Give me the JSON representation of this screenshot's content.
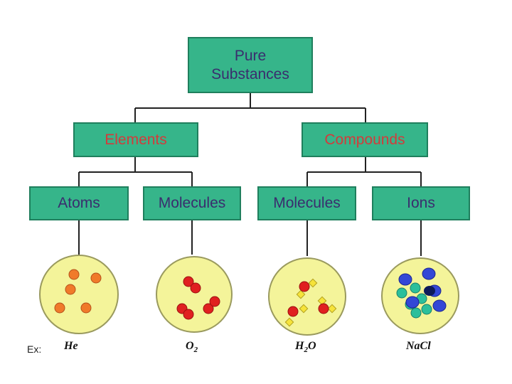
{
  "diagram": {
    "root": "Pure\nSubstances",
    "branches": [
      {
        "label": "Elements",
        "children": [
          "Atoms",
          "Molecules"
        ]
      },
      {
        "label": "Compounds",
        "children": [
          "Molecules",
          "Ions"
        ]
      }
    ]
  },
  "examples": {
    "prefix": "Ex:",
    "items": [
      {
        "main": "He",
        "sub": ""
      },
      {
        "main": "O",
        "sub": "2"
      },
      {
        "main": "H",
        "sub": "2",
        "tail": "O"
      },
      {
        "main": "NaCl",
        "sub": ""
      }
    ]
  },
  "colors": {
    "box_fill": "#36b58a",
    "box_text": "#3a2d6e",
    "branch_text": "#d33b3b",
    "circle_fill": "#f4f49a",
    "atom_orange": "#f07a2a",
    "molecule_red": "#e02020",
    "hydrogen_yellow": "#f6e33a",
    "ion_blue": "#3347d6",
    "ion_teal": "#2bbf9b"
  }
}
